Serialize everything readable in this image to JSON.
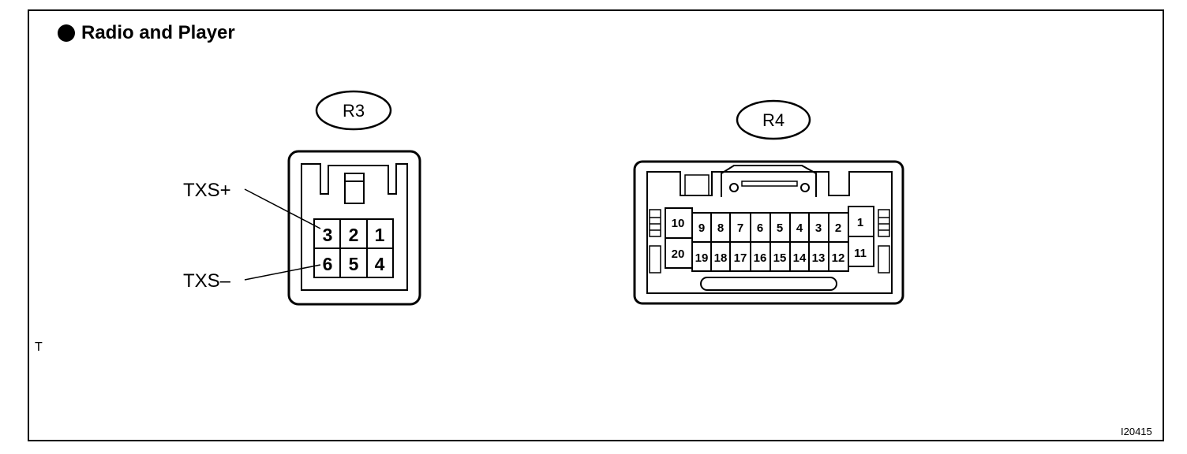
{
  "title": "Radio and Player",
  "corner_mark": "T",
  "figure_id": "I20415",
  "colors": {
    "ink": "#000000",
    "background": "#ffffff"
  },
  "r3": {
    "label": "R3",
    "pins_top": [
      "3",
      "2",
      "1"
    ],
    "pins_bottom": [
      "6",
      "5",
      "4"
    ],
    "signal_plus": "TXS+",
    "signal_minus": "TXS–"
  },
  "r4": {
    "label": "R4",
    "left_top": "10",
    "left_bottom": "20",
    "right_top": "1",
    "right_bottom": "11",
    "pins_top": [
      "9",
      "8",
      "7",
      "6",
      "5",
      "4",
      "3",
      "2"
    ],
    "pins_bottom": [
      "19",
      "18",
      "17",
      "16",
      "15",
      "14",
      "13",
      "12"
    ]
  }
}
